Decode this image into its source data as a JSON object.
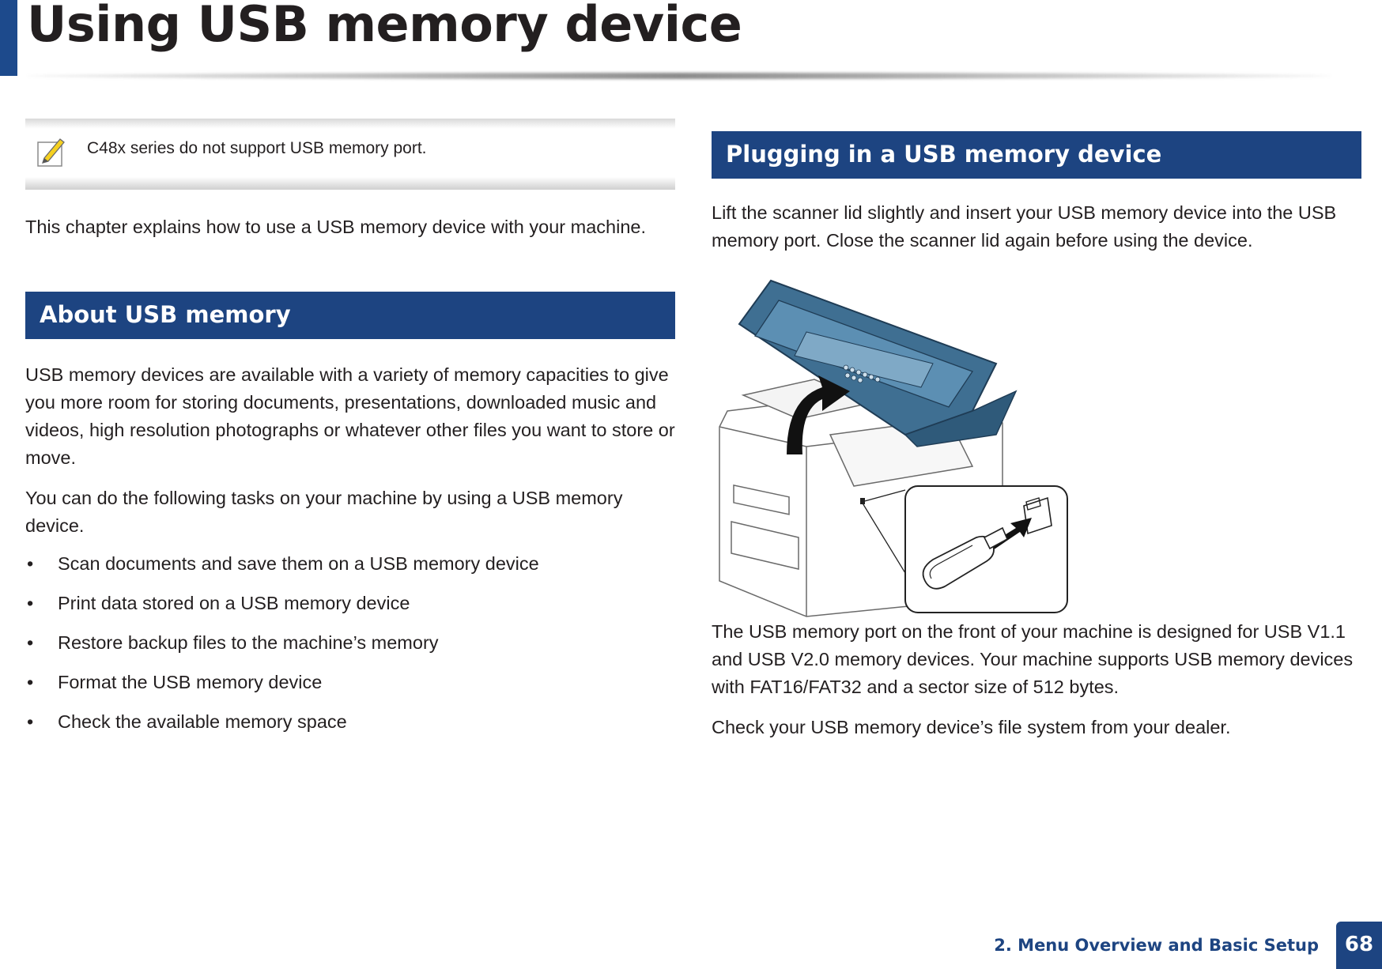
{
  "page": {
    "title": "Using USB memory device",
    "footer_label": "2. Menu Overview and Basic Setup",
    "page_number": "68"
  },
  "note": {
    "icon": "pencil-note-icon",
    "text": "C48x series do not support USB memory port."
  },
  "intro": "This chapter explains how to use a USB memory device with your machine.",
  "about": {
    "heading": "About USB memory",
    "paragraph1": "USB memory devices are available with a variety of memory capacities to give you more room for storing documents, presentations, downloaded music and videos, high resolution photographs or whatever other files you want to store or move.",
    "paragraph2": "You can do the following tasks on your machine by using a USB memory device.",
    "bullets": [
      "Scan documents and save them on a USB memory device",
      "Print data stored on a USB memory device",
      "Restore backup files to the machine’s memory",
      "Format the USB memory device",
      "Check the available memory space"
    ]
  },
  "plugging": {
    "heading": "Plugging in a USB memory device",
    "paragraph1": "Lift the scanner lid slightly and insert your USB memory device into the USB memory port. Close the scanner lid again before using the device.",
    "paragraph2": "The USB memory port on the front of your machine is designed for USB V1.1 and USB V2.0 memory devices. Your machine supports USB memory devices with FAT16/FAT32 and a sector size of 512 bytes.",
    "paragraph3": "Check your USB memory device’s file system from your dealer."
  },
  "colors": {
    "accent": "#1d4481",
    "text": "#231f20",
    "scanner_blue": "#3f6f92"
  }
}
